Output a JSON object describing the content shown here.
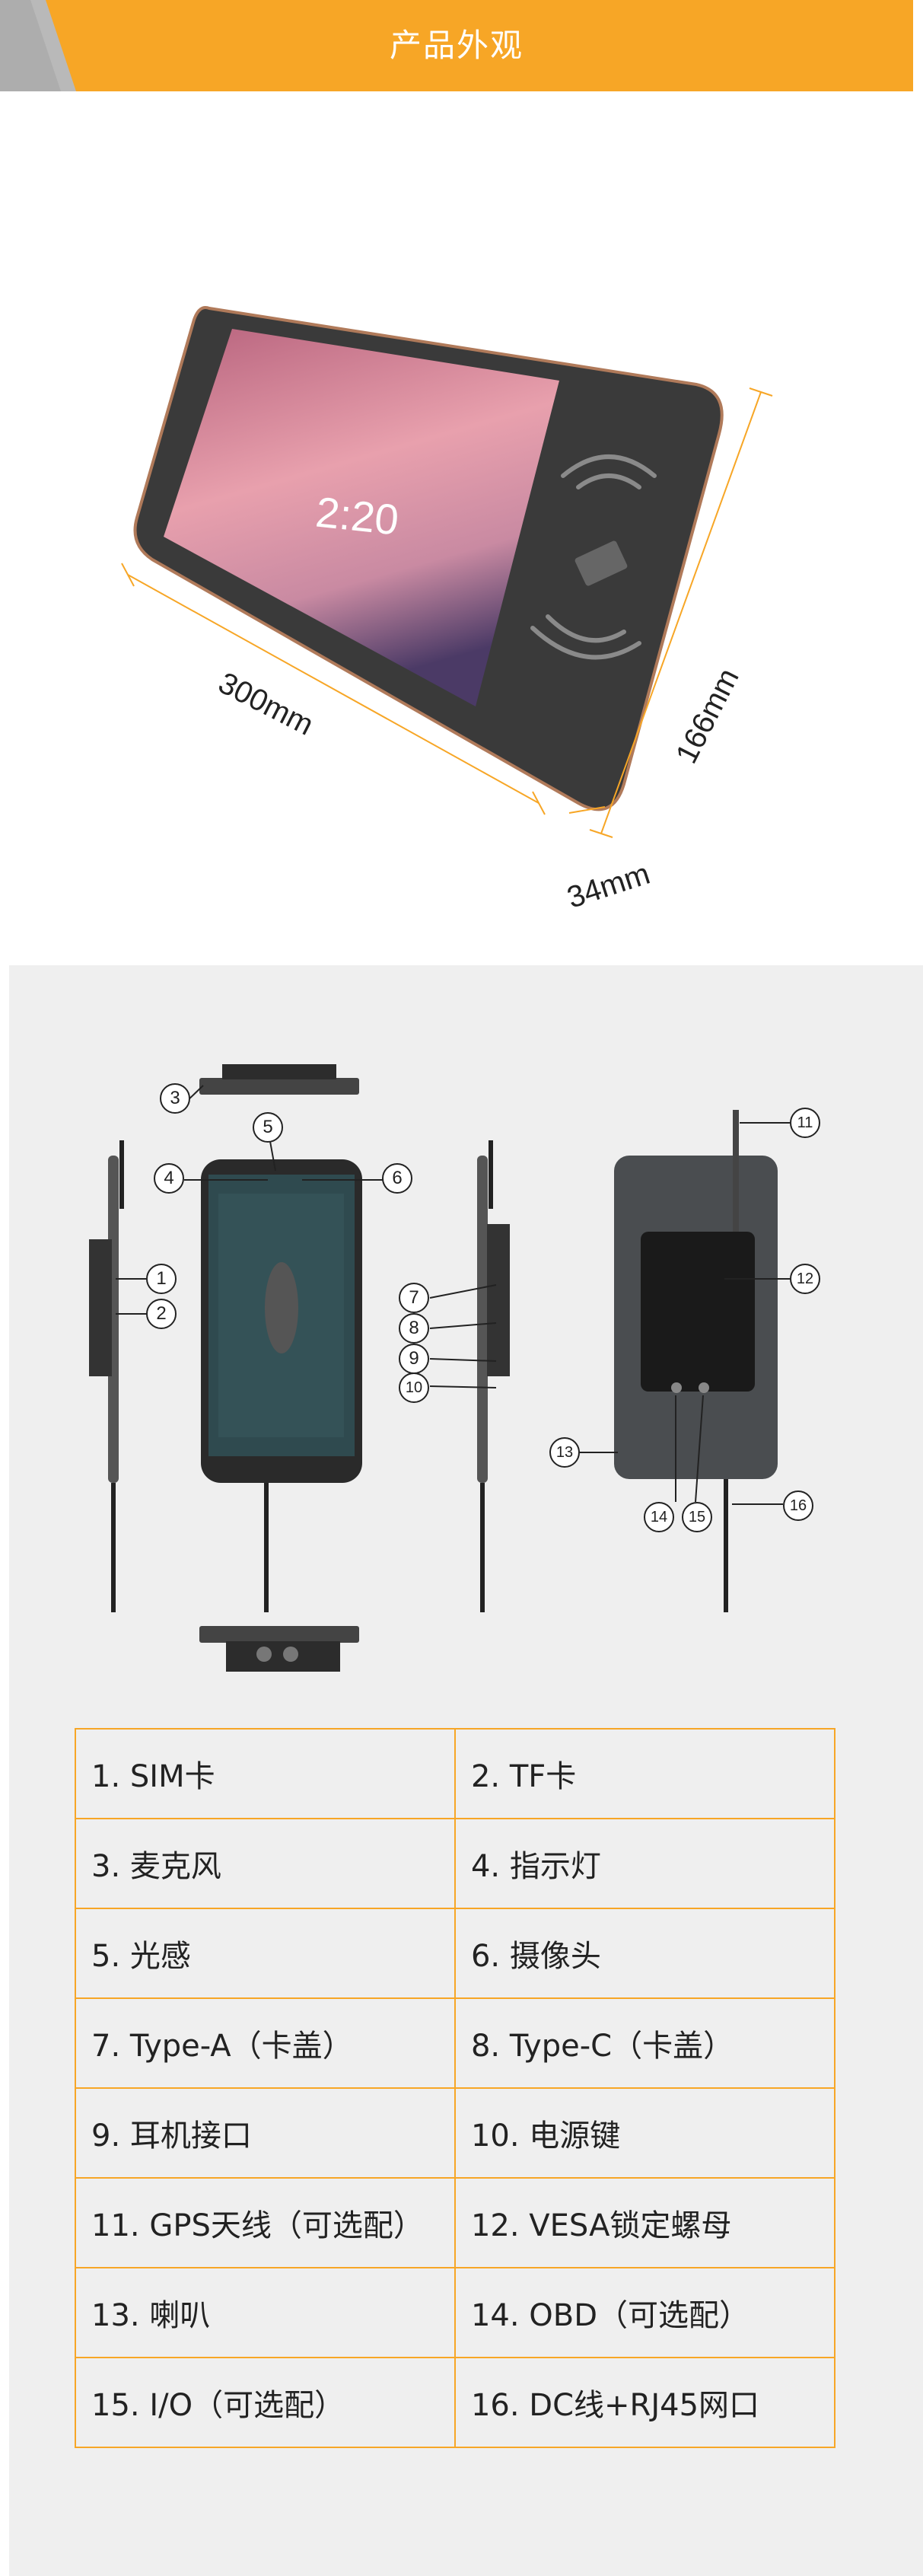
{
  "header": {
    "title": "产品外观",
    "color": "#f7a626"
  },
  "dimensions": {
    "length": "300mm",
    "height": "166mm",
    "depth": "34mm"
  },
  "screen": {
    "time": "2:20"
  },
  "callouts": [
    "1",
    "2",
    "3",
    "4",
    "5",
    "6",
    "7",
    "8",
    "9",
    "10",
    "11",
    "12",
    "13",
    "14",
    "15",
    "16"
  ],
  "spec_table": {
    "rows": [
      [
        "1. SIM卡",
        "2. TF卡"
      ],
      [
        "3. 麦克风",
        " 4. 指示灯"
      ],
      [
        "5. 光感",
        " 6. 摄像头"
      ],
      [
        "7. Type-A（卡盖）",
        "8. Type-C（卡盖）"
      ],
      [
        "9. 耳机接口",
        "10. 电源键"
      ],
      [
        "11. GPS天线（可选配）",
        "12. VESA锁定螺母"
      ],
      [
        "13. 喇叭",
        "14. OBD（可选配）"
      ],
      [
        "15. I/O（可选配）",
        "16. DC线+RJ45网口"
      ]
    ]
  }
}
